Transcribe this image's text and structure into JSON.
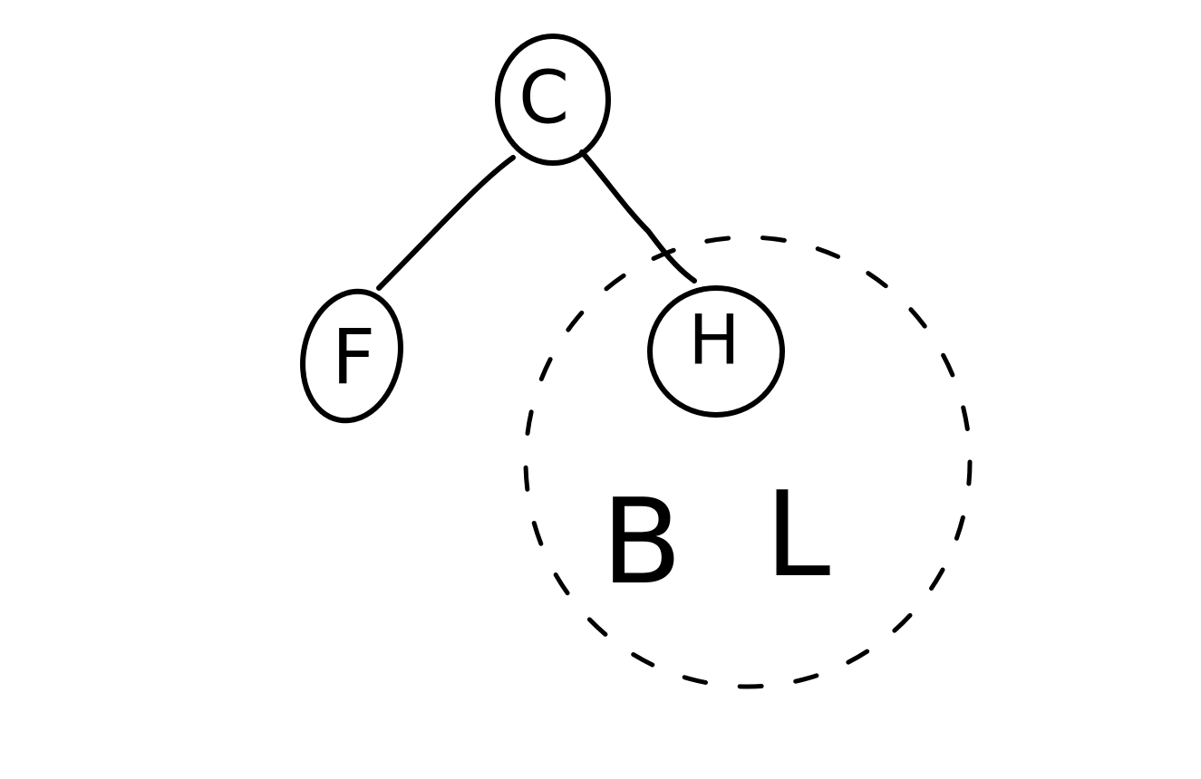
{
  "diagram": {
    "nodes": [
      {
        "id": "c",
        "label": "C"
      },
      {
        "id": "f",
        "label": "F"
      },
      {
        "id": "h",
        "label": "H"
      }
    ],
    "edges": [
      {
        "from": "C",
        "to": "F"
      },
      {
        "from": "C",
        "to": "H"
      }
    ],
    "group": {
      "style": "dashed",
      "labels": [
        "B",
        "L"
      ]
    },
    "stroke_color": "#000000",
    "background_color": "#ffffff"
  }
}
